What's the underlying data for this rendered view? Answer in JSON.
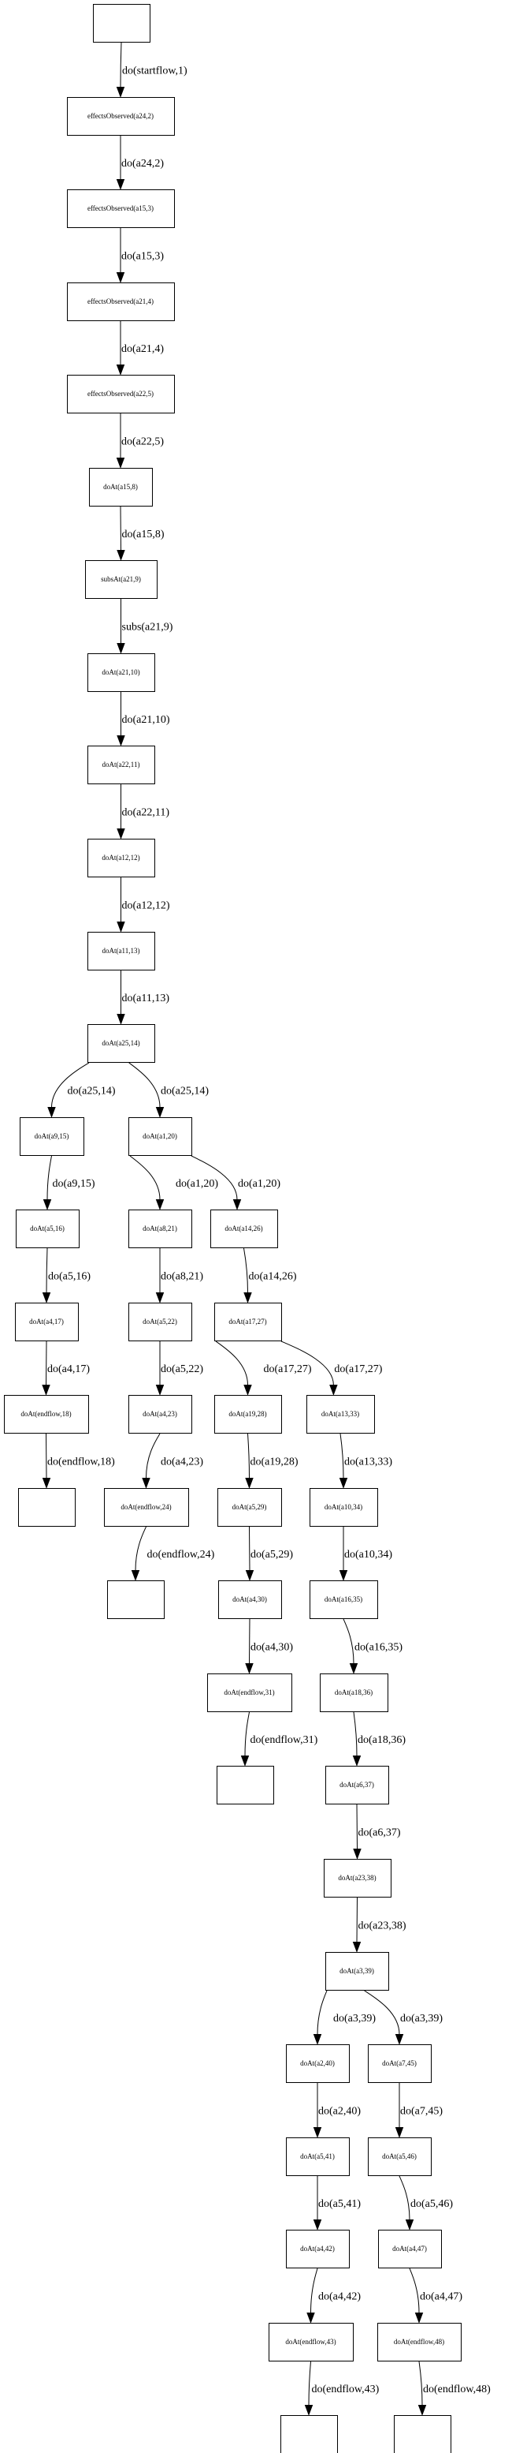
{
  "diagram": {
    "type": "state-transition-graph",
    "colors": {
      "stroke": "#000000",
      "fill": "#ffffff",
      "text": "#000000"
    },
    "nodes": [
      {
        "id": "start",
        "label": ""
      },
      {
        "id": "n2",
        "label": "effectsObserved(a24,2)"
      },
      {
        "id": "n3",
        "label": "effectsObserved(a15,3)"
      },
      {
        "id": "n4",
        "label": "effectsObserved(a21,4)"
      },
      {
        "id": "n5",
        "label": "effectsObserved(a22,5)"
      },
      {
        "id": "n8",
        "label": "doAt(a15,8)"
      },
      {
        "id": "n9",
        "label": "subsAt(a21,9)"
      },
      {
        "id": "n10",
        "label": "doAt(a21,10)"
      },
      {
        "id": "n11",
        "label": "doAt(a22,11)"
      },
      {
        "id": "n12",
        "label": "doAt(a12,12)"
      },
      {
        "id": "n13",
        "label": "doAt(a11,13)"
      },
      {
        "id": "n14",
        "label": "doAt(a25,14)"
      },
      {
        "id": "n15",
        "label": "doAt(a9,15)"
      },
      {
        "id": "n16",
        "label": "doAt(a5,16)"
      },
      {
        "id": "n17",
        "label": "doAt(a4,17)"
      },
      {
        "id": "n18",
        "label": "doAt(endflow,18)"
      },
      {
        "id": "end18",
        "label": ""
      },
      {
        "id": "n20",
        "label": "doAt(a1,20)"
      },
      {
        "id": "n21",
        "label": "doAt(a8,21)"
      },
      {
        "id": "n22",
        "label": "doAt(a5,22)"
      },
      {
        "id": "n23",
        "label": "doAt(a4,23)"
      },
      {
        "id": "n24",
        "label": "doAt(endflow,24)"
      },
      {
        "id": "end24",
        "label": ""
      },
      {
        "id": "n26",
        "label": "doAt(a14,26)"
      },
      {
        "id": "n27",
        "label": "doAt(a17,27)"
      },
      {
        "id": "n28",
        "label": "doAt(a19,28)"
      },
      {
        "id": "n29",
        "label": "doAt(a5,29)"
      },
      {
        "id": "n30",
        "label": "doAt(a4,30)"
      },
      {
        "id": "n31",
        "label": "doAt(endflow,31)"
      },
      {
        "id": "end31",
        "label": ""
      },
      {
        "id": "n33",
        "label": "doAt(a13,33)"
      },
      {
        "id": "n34",
        "label": "doAt(a10,34)"
      },
      {
        "id": "n35",
        "label": "doAt(a16,35)"
      },
      {
        "id": "n36",
        "label": "doAt(a18,36)"
      },
      {
        "id": "n37",
        "label": "doAt(a6,37)"
      },
      {
        "id": "n38",
        "label": "doAt(a23,38)"
      },
      {
        "id": "n39",
        "label": "doAt(a3,39)"
      },
      {
        "id": "n40",
        "label": "doAt(a2,40)"
      },
      {
        "id": "n41",
        "label": "doAt(a5,41)"
      },
      {
        "id": "n42",
        "label": "doAt(a4,42)"
      },
      {
        "id": "n43",
        "label": "doAt(endflow,43)"
      },
      {
        "id": "end43",
        "label": ""
      },
      {
        "id": "n45",
        "label": "doAt(a7,45)"
      },
      {
        "id": "n46",
        "label": "doAt(a5,46)"
      },
      {
        "id": "n47",
        "label": "doAt(a4,47)"
      },
      {
        "id": "n48",
        "label": "doAt(endflow,48)"
      },
      {
        "id": "end48",
        "label": ""
      }
    ],
    "edges": [
      {
        "from": "start",
        "to": "n2",
        "label": "do(startflow,1)"
      },
      {
        "from": "n2",
        "to": "n3",
        "label": "do(a24,2)"
      },
      {
        "from": "n3",
        "to": "n4",
        "label": "do(a15,3)"
      },
      {
        "from": "n4",
        "to": "n5",
        "label": "do(a21,4)"
      },
      {
        "from": "n5",
        "to": "n8",
        "label": "do(a22,5)"
      },
      {
        "from": "n8",
        "to": "n9",
        "label": "do(a15,8)"
      },
      {
        "from": "n9",
        "to": "n10",
        "label": "subs(a21,9)"
      },
      {
        "from": "n10",
        "to": "n11",
        "label": "do(a21,10)"
      },
      {
        "from": "n11",
        "to": "n12",
        "label": "do(a22,11)"
      },
      {
        "from": "n12",
        "to": "n13",
        "label": "do(a12,12)"
      },
      {
        "from": "n13",
        "to": "n14",
        "label": "do(a11,13)"
      },
      {
        "from": "n14",
        "to": "n15",
        "label": "do(a25,14)"
      },
      {
        "from": "n14",
        "to": "n20",
        "label": "do(a25,14)"
      },
      {
        "from": "n15",
        "to": "n16",
        "label": "do(a9,15)"
      },
      {
        "from": "n16",
        "to": "n17",
        "label": "do(a5,16)"
      },
      {
        "from": "n17",
        "to": "n18",
        "label": "do(a4,17)"
      },
      {
        "from": "n18",
        "to": "end18",
        "label": "do(endflow,18)"
      },
      {
        "from": "n20",
        "to": "n21",
        "label": "do(a1,20)"
      },
      {
        "from": "n20",
        "to": "n26",
        "label": "do(a1,20)"
      },
      {
        "from": "n21",
        "to": "n22",
        "label": "do(a8,21)"
      },
      {
        "from": "n22",
        "to": "n23",
        "label": "do(a5,22)"
      },
      {
        "from": "n23",
        "to": "n24",
        "label": "do(a4,23)"
      },
      {
        "from": "n24",
        "to": "end24",
        "label": "do(endflow,24)"
      },
      {
        "from": "n26",
        "to": "n27",
        "label": "do(a14,26)"
      },
      {
        "from": "n27",
        "to": "n28",
        "label": "do(a17,27)"
      },
      {
        "from": "n27",
        "to": "n33",
        "label": "do(a17,27)"
      },
      {
        "from": "n28",
        "to": "n29",
        "label": "do(a19,28)"
      },
      {
        "from": "n29",
        "to": "n30",
        "label": "do(a5,29)"
      },
      {
        "from": "n30",
        "to": "n31",
        "label": "do(a4,30)"
      },
      {
        "from": "n31",
        "to": "end31",
        "label": "do(endflow,31)"
      },
      {
        "from": "n33",
        "to": "n34",
        "label": "do(a13,33)"
      },
      {
        "from": "n34",
        "to": "n35",
        "label": "do(a10,34)"
      },
      {
        "from": "n35",
        "to": "n36",
        "label": "do(a16,35)"
      },
      {
        "from": "n36",
        "to": "n37",
        "label": "do(a18,36)"
      },
      {
        "from": "n37",
        "to": "n38",
        "label": "do(a6,37)"
      },
      {
        "from": "n38",
        "to": "n39",
        "label": "do(a23,38)"
      },
      {
        "from": "n39",
        "to": "n40",
        "label": "do(a3,39)"
      },
      {
        "from": "n39",
        "to": "n45",
        "label": "do(a3,39)"
      },
      {
        "from": "n40",
        "to": "n41",
        "label": "do(a2,40)"
      },
      {
        "from": "n41",
        "to": "n42",
        "label": "do(a5,41)"
      },
      {
        "from": "n42",
        "to": "n43",
        "label": "do(a4,42)"
      },
      {
        "from": "n43",
        "to": "end43",
        "label": "do(endflow,43)"
      },
      {
        "from": "n45",
        "to": "n46",
        "label": "do(a7,45)"
      },
      {
        "from": "n46",
        "to": "n47",
        "label": "do(a5,46)"
      },
      {
        "from": "n47",
        "to": "n48",
        "label": "do(a4,47)"
      },
      {
        "from": "n48",
        "to": "end48",
        "label": "do(endflow,48)"
      }
    ]
  }
}
